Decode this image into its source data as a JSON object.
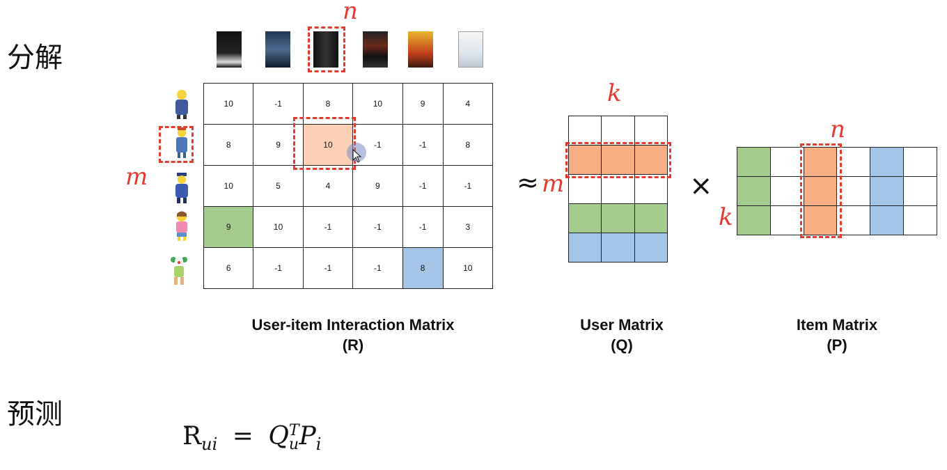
{
  "headings": {
    "decompose": "分解",
    "predict": "预测"
  },
  "labels": {
    "n": "n",
    "m": "m",
    "k": "k",
    "approx": "≈",
    "times": "×"
  },
  "matrix_r": {
    "caption_line1": "User-item Interaction Matrix",
    "caption_line2": "(R)",
    "rows": [
      [
        "10",
        "-1",
        "8",
        "10",
        "9",
        "4"
      ],
      [
        "8",
        "9",
        "10",
        "-1",
        "-1",
        "8"
      ],
      [
        "10",
        "5",
        "4",
        "9",
        "-1",
        "-1"
      ],
      [
        "9",
        "10",
        "-1",
        "-1",
        "-1",
        "3"
      ],
      [
        "6",
        "-1",
        "-1",
        "-1",
        "8",
        "10"
      ]
    ]
  },
  "matrix_q": {
    "caption_line1": "User Matrix",
    "caption_line2": "(Q)"
  },
  "matrix_p": {
    "caption_line1": "Item Matrix",
    "caption_line2": "(P)"
  },
  "formula": {
    "r": "R",
    "sub_ui": "ui",
    "equals": "=",
    "q": "Q",
    "sup_t": "T",
    "sub_u": "u",
    "p": "P",
    "sub_i": "i"
  },
  "colors": {
    "orange": "#f7ae85",
    "orange_light": "#fbd0b5",
    "green": "#a4cc8c",
    "blue": "#a3c5e8",
    "dash_red": "#e53a2e"
  },
  "icons": {
    "posters": [
      "godfather-poster-icon",
      "inception-poster-icon",
      "leon-poster-icon",
      "pulp-fiction-poster-icon",
      "pulp-fiction-yellow-poster-icon",
      "forrest-gump-poster-icon"
    ],
    "users": [
      "simpson-user-1-icon",
      "simpson-user-2-icon",
      "simpson-user-3-icon",
      "simpson-user-4-icon",
      "simpson-user-5-icon"
    ]
  }
}
